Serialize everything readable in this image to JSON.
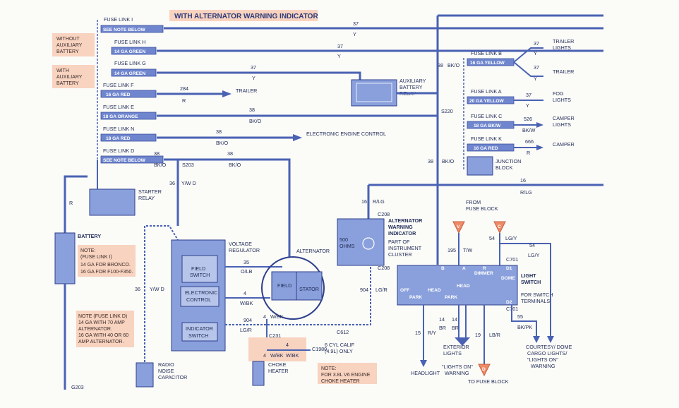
{
  "title": "WITH ALTERNATOR WARNING INDICATOR",
  "notes": {
    "without_aux": [
      "WITHOUT",
      "AUXILIARY",
      "BATTERY"
    ],
    "with_aux": [
      "WITH",
      "AUXILIARY",
      "BATTERY"
    ],
    "fuse_link_i": [
      "NOTE:",
      "(FUSE LINK I)",
      "14 GA FOR BRONCO.",
      "16 GA FOR F100-F350."
    ],
    "fuse_link_d": [
      "NOTE (FUSE LINK D)",
      "14 GA WITH 70 AMP",
      "ALTERNATOR.",
      "16 GA WITH 40 OR 60",
      "AMP ALTERNATOR."
    ],
    "choke": [
      "NOTE:",
      "FOR 3.8L V6 ENGINE",
      "CHOKE HEATER"
    ],
    "calif": [
      "6 CYL CALIF",
      "(4.9L) ONLY"
    ]
  },
  "fuse_links_left": [
    {
      "name": "FUSE LINK I",
      "tag": "SEE NOTE BELOW",
      "wire": "37",
      "color": "Y"
    },
    {
      "name": "FUSE LINK H",
      "tag": "14 GA GREEN",
      "wire": "37",
      "color": "Y"
    },
    {
      "name": "FUSE LINK G",
      "tag": "14 GA GREEN",
      "wire": "37",
      "color": "Y"
    },
    {
      "name": "FUSE LINK F",
      "tag": "16 GA RED",
      "wire": "284",
      "color": "R",
      "dest": "TRAILER"
    },
    {
      "name": "FUSE LINK E",
      "tag": "18 GA ORANGE",
      "wire": "38",
      "color": "BK/O"
    },
    {
      "name": "FUSE LINK N",
      "tag": "18 GA RED",
      "wire": "38",
      "color": "BK/O",
      "dest": "ELECTRONIC ENGINE CONTROL"
    },
    {
      "name": "FUSE LINK D",
      "tag": "SEE NOTE BELOW",
      "wire": "38",
      "color": "BK/O"
    }
  ],
  "fuse_links_right": [
    {
      "name": "FUSE LINK B",
      "tag": "16 GA YELLOW",
      "outputs": [
        {
          "wire": "37",
          "color": "Y",
          "dest": [
            "TRAILER",
            "LIGHTS"
          ]
        },
        {
          "wire": "37",
          "color": "Y",
          "dest": [
            "TRAILER"
          ]
        }
      ]
    },
    {
      "name": "FUSE LINK A",
      "tag": "20 GA YELLOW",
      "wire": "37",
      "color": "Y",
      "dest": [
        "FOG",
        "LIGHTS"
      ]
    },
    {
      "name": "FUSE LINK C",
      "tag": "18 GA BK/W",
      "wire": "526",
      "color": "BK/W",
      "dest": [
        "CAMPER",
        "LIGHTS"
      ]
    },
    {
      "name": "FUSE LINK K",
      "tag": "16 GA RED",
      "wire": "666",
      "color": "R",
      "dest": [
        "CAMPER"
      ]
    }
  ],
  "components": {
    "aux_relay": [
      "AUXILIARY",
      "BATTERY",
      "RELAY"
    ],
    "starter_relay": [
      "STARTER",
      "RELAY"
    ],
    "battery": "BATTERY",
    "voltage_regulator": [
      "VOLTAGE",
      "REGULATOR"
    ],
    "field_switch": [
      "FIELD",
      "SWITCH"
    ],
    "electronic_control": [
      "ELECTRONIC",
      "CONTROL"
    ],
    "indicator_switch": [
      "INDICATOR",
      "SWITCH"
    ],
    "alternator": "ALTERNATOR",
    "field": "FIELD",
    "stator": "STATOR",
    "radio_cap": [
      "RADIO",
      "NOISE",
      "CAPACITOR"
    ],
    "choke_heater": [
      "CHOKE",
      "HEATER"
    ],
    "warning_indicator": [
      "ALTERNATOR",
      "WARNING",
      "INDICATOR"
    ],
    "cluster": [
      "PART OF",
      "INSTRUMENT",
      "CLUSTER"
    ],
    "ohms": [
      "500",
      "OHMS"
    ],
    "junction_block": [
      "JUNCTION",
      "BLOCK"
    ],
    "light_switch": [
      "LIGHT",
      "SWITCH"
    ],
    "for_switch": [
      "FOR SWITCH",
      "TERMINALS"
    ],
    "from_fuse": [
      "FROM",
      "FUSE BLOCK"
    ],
    "to_fuse": "TO FUSE BLOCK",
    "exterior": [
      "EXTERIOR",
      "LIGHTS"
    ],
    "headlight": "HEADLIGHT",
    "warning_lights_on": [
      "\"LIGHTS ON\"",
      "WARNING"
    ],
    "courtesy": [
      "COURTESY/ DOME",
      "CARGO LIGHTS/",
      "\"LIGHTS ON\"",
      "WARNING"
    ],
    "switch_labels": [
      "OFF",
      "PARK",
      "HEAD",
      "PARK",
      "HEAD",
      "DIMMER",
      "DOME",
      "B",
      "A",
      "R",
      "D1",
      "D2"
    ]
  },
  "splices": [
    "S203",
    "S220",
    "G203",
    "C231",
    "C1980",
    "C208",
    "C208",
    "C612",
    "C701",
    "C701"
  ],
  "wires": {
    "w36": "36",
    "yw_d": "Y/W D",
    "w35": "35",
    "olb": "O/LB",
    "w4": "4",
    "wbk": "W/BK",
    "w904": "904",
    "lgr": "LG/R",
    "w16": "16",
    "rlg": "R/LG",
    "w195": "195",
    "tw": "T/W",
    "w54": "54",
    "lgy": "LG/Y",
    "w15": "15",
    "ry": "R/Y",
    "w14": "14",
    "br": "BR",
    "w19": "19",
    "lbr": "LB/R",
    "w55": "55",
    "bkpk": "BK/PK",
    "r": "R",
    "w38": "38",
    "bko": "BK/O",
    "w37": "37",
    "y": "Y",
    "w284": "284",
    "w526": "526",
    "bkw": "BK/W",
    "w666": "666"
  },
  "triangles": [
    "V",
    "C",
    "D"
  ],
  "colors": {
    "wire": "#4a62b3",
    "component": "#8aa0dc",
    "note": "#f8d3bf",
    "triangle": "#ef8a66"
  }
}
